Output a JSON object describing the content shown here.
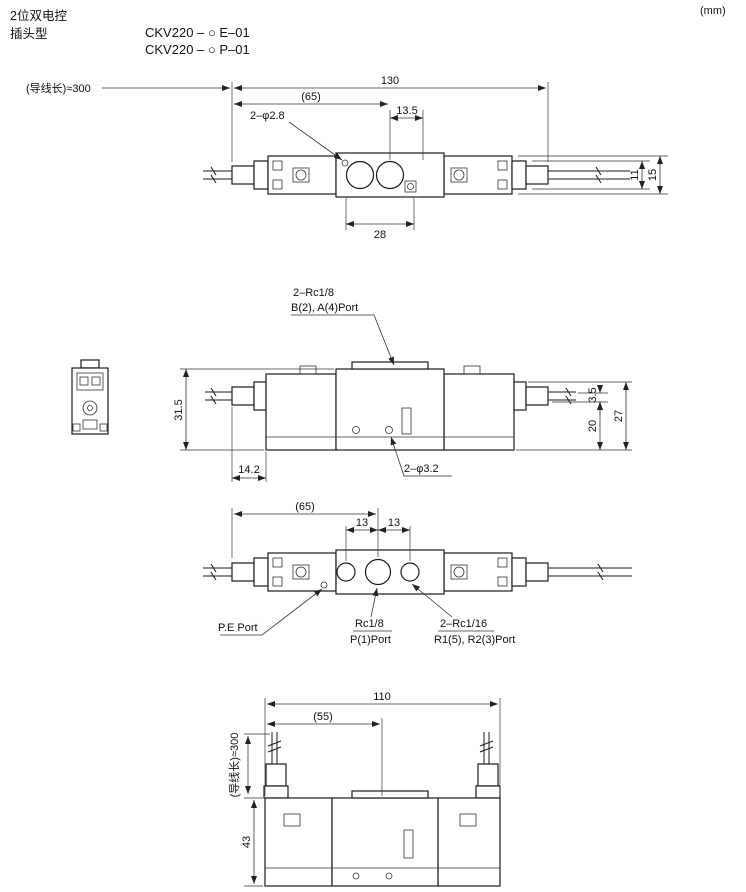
{
  "header": {
    "title_line1": "2位双电控",
    "title_line2": "插头型",
    "model_e": "CKV220 – ○ E–01",
    "model_p": "CKV220 – ○ P–01",
    "unit": "(mm)"
  },
  "top_view": {
    "lead_length": "(导线长)≈300",
    "dim_overall": "130",
    "dim_half": "(65)",
    "label_holes": "2–φ2.8",
    "dim_offset": "13.5",
    "dim_11": "11",
    "dim_15": "15",
    "dim_28": "28"
  },
  "front_view": {
    "label_thread": "2–Rc1/8",
    "label_ports": "B(2), A(4)Port",
    "dim_31_5": "31.5",
    "dim_3_5": "3.5",
    "dim_20": "20",
    "dim_27": "27",
    "dim_14_2": "14.2",
    "label_mount_holes": "2–φ3.2"
  },
  "bottom_view": {
    "dim_half": "(65)",
    "dim_13_left": "13",
    "dim_13_right": "13",
    "label_pe": "P.E Port",
    "label_p_thread": "Rc1/8",
    "label_p_port": "P(1)Port",
    "label_r_thread": "2–Rc1/16",
    "label_r_ports": "R1(5), R2(3)Port"
  },
  "side_view": {
    "dim_overall": "110",
    "dim_half": "(55)",
    "lead_length": "(导线长)≈300",
    "dim_height": "43"
  }
}
